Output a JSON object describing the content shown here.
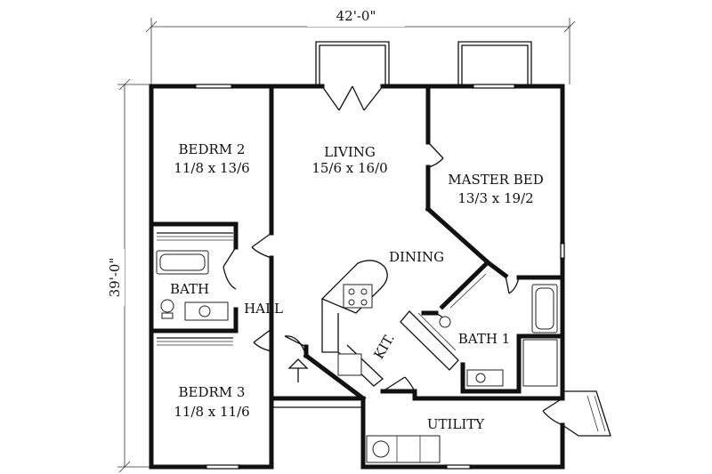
{
  "dimensions": {
    "width": "42'-0\"",
    "depth": "39'-0\""
  },
  "rooms": {
    "bedroom2": {
      "name": "BEDRM 2",
      "size": "11/8 x 13/6"
    },
    "living": {
      "name": "LIVING",
      "size": "15/6 x 16/0"
    },
    "master": {
      "name": "MASTER BED",
      "size": "13/3 x 19/2"
    },
    "dining": {
      "name": "DINING"
    },
    "bath": {
      "name": "BATH"
    },
    "hall": {
      "name": "HALL"
    },
    "kitchen": {
      "name": "KIT."
    },
    "bath1": {
      "name": "BATH 1"
    },
    "bedroom3": {
      "name": "BEDRM 3",
      "size": "11/8 x 11/6"
    },
    "utility": {
      "name": "UTILITY"
    }
  }
}
